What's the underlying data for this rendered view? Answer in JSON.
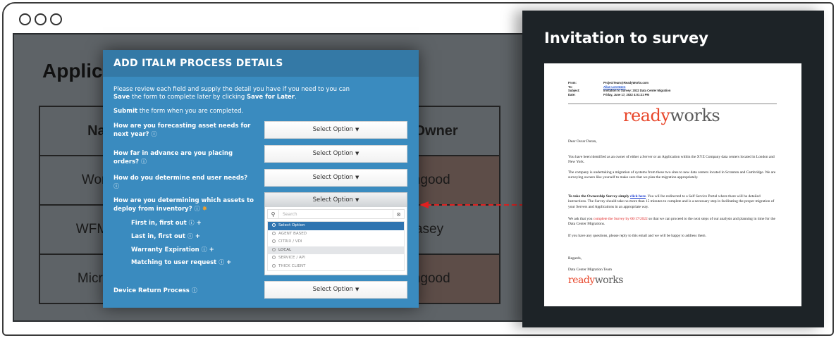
{
  "window": {
    "controls": [
      "circle-1",
      "circle-2",
      "circle-3"
    ]
  },
  "app": {
    "title": "Applic",
    "table": {
      "headers": [
        "Nam",
        "",
        "t Owner"
      ],
      "rows": [
        {
          "name": "Workfo",
          "owner": "engood"
        },
        {
          "name": "WFM Ins",
          "owner": "Casey"
        },
        {
          "name": "Microsta",
          "owner": "engood"
        }
      ]
    }
  },
  "modal": {
    "title": "ADD ITALM PROCESS DETAILS",
    "intro_1": "Please review each field and supply the detail you have if you need to you can ",
    "intro_save": "Save",
    "intro_2": " the form to complete later by clicking ",
    "intro_save_later": "Save for Later",
    "intro_3": ".",
    "submit_bold": "Submit",
    "submit_rest": " the form when you are completed.",
    "info_icon": "ⓘ",
    "questions": [
      {
        "label": "How are you forecasting asset needs for next year?",
        "value": "Select Option"
      },
      {
        "label": "How far in advance are you placing orders?",
        "value": "Select Option"
      },
      {
        "label": "How do you determine end user needs?",
        "value": "Select Option"
      },
      {
        "label": "How are you determining which assets to deploy from inventory?",
        "value": "Select Option",
        "required_marker": "✸"
      },
      {
        "label": "Device Return Process",
        "value": "Select Option"
      }
    ],
    "sub_options": [
      {
        "label": "First in, first out"
      },
      {
        "label": "Last in, first out"
      },
      {
        "label": "Warranty Expiration"
      },
      {
        "label": "Matching to user request"
      }
    ],
    "plus": "+",
    "caret": "▼",
    "dropdown": {
      "header": "Select Option",
      "search_placeholder": "Search",
      "options": [
        "Select Option",
        "AGENT BASED",
        "CITRIX / VDI",
        "LOCAL",
        "SERVICE / API",
        "THICK CLIENT"
      ],
      "selected": "Select Option",
      "hovered": "LOCAL"
    }
  },
  "panel": {
    "title": "Invitation to survey",
    "email": {
      "from_label": "From:",
      "from": "ProjectTeam@ReadyWorks.com",
      "to_label": "To:",
      "to": "Allan Lorentzen",
      "subject_label": "Subject:",
      "subject": "Invitation to Survey: 2022 Data Center Migration",
      "date_label": "Date:",
      "date": "Friday, June 17, 2022 4:01:21 PM",
      "logo_a": "ready",
      "logo_b": "works",
      "greeting": "Dear Oscar Duran,",
      "p1": "You have been identified as an owner of either a Server or an Application within the XYZ Company data centers located in London and New York.",
      "p2": "The company is undertaking a migration of systems from these two sites to new data centers located in Scranton and Cambridge.  We are surveying owners like yourself to make sure that we plan the migration appropriately.",
      "p3_bold": "To take the Ownership Survey simply ",
      "p3_link": "click here",
      "p3_rest": ".  You will be redirected to a Self Service Portal where there will be detailed instructions.  The Survey should take no more than 15 minutes to complete and is a necessary step in facilitating the proper migration of your Servers and Applications in an appropriate way.",
      "p4_a": "We ask that you ",
      "p4_red": "complete the Survey by 06/17/2022",
      "p4_b": " so that we can proceed to the next steps of our analysis and planning in time for the Data Center Migrations.",
      "p5": "If you have any questions, please reply to this email and we will be happy to address them.",
      "regards": "Regards,",
      "signature": "Data Center Migration Team"
    }
  },
  "colors": {
    "modal_bg": "#3a8bbf",
    "modal_header": "#3479a6",
    "panel_bg": "#1d2327",
    "brand_red": "#e8472b",
    "arrow_red": "#e02020"
  }
}
